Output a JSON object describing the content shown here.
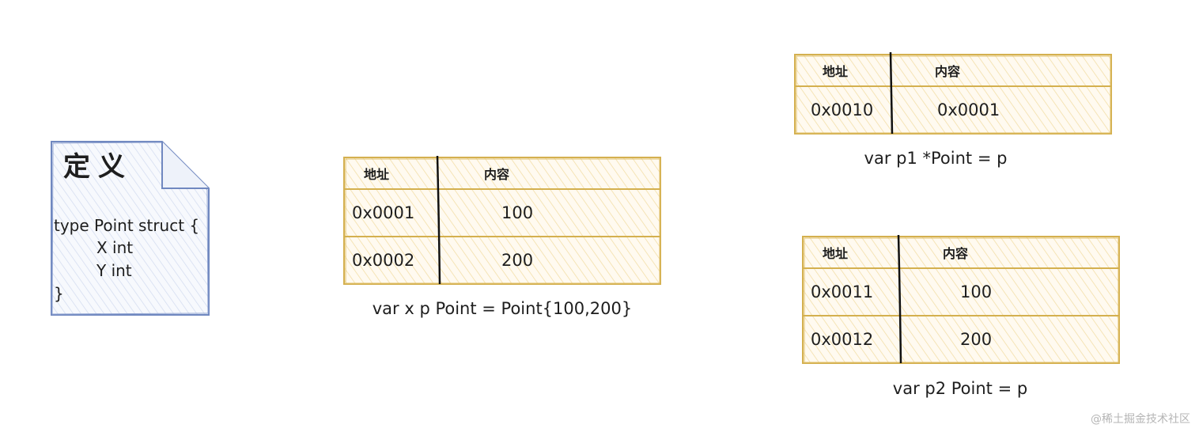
{
  "definition_doc": {
    "title": "定义",
    "code_lines": [
      "type Point struct {",
      "X int",
      "Y int",
      "}"
    ]
  },
  "tables": {
    "p": {
      "header_address": "地址",
      "header_content": "内容",
      "rows": [
        {
          "address": "0x0001",
          "content": "100"
        },
        {
          "address": "0x0002",
          "content": "200"
        }
      ],
      "caption": "var x p Point = Point{100,200}"
    },
    "p1": {
      "header_address": "地址",
      "header_content": "内容",
      "rows": [
        {
          "address": "0x0010",
          "content": "0x0001"
        }
      ],
      "caption": "var p1 *Point = p"
    },
    "p2": {
      "header_address": "地址",
      "header_content": "内容",
      "rows": [
        {
          "address": "0x0011",
          "content": "100"
        },
        {
          "address": "0x0012",
          "content": "200"
        }
      ],
      "caption": "var p2 Point = p"
    }
  },
  "watermark": "@稀土掘金技术社区",
  "colors": {
    "table_stroke": "#d4b04f",
    "table_fill": "#fdf3d6",
    "doc_stroke": "#7088c0",
    "doc_fill": "#e6ecf8"
  }
}
